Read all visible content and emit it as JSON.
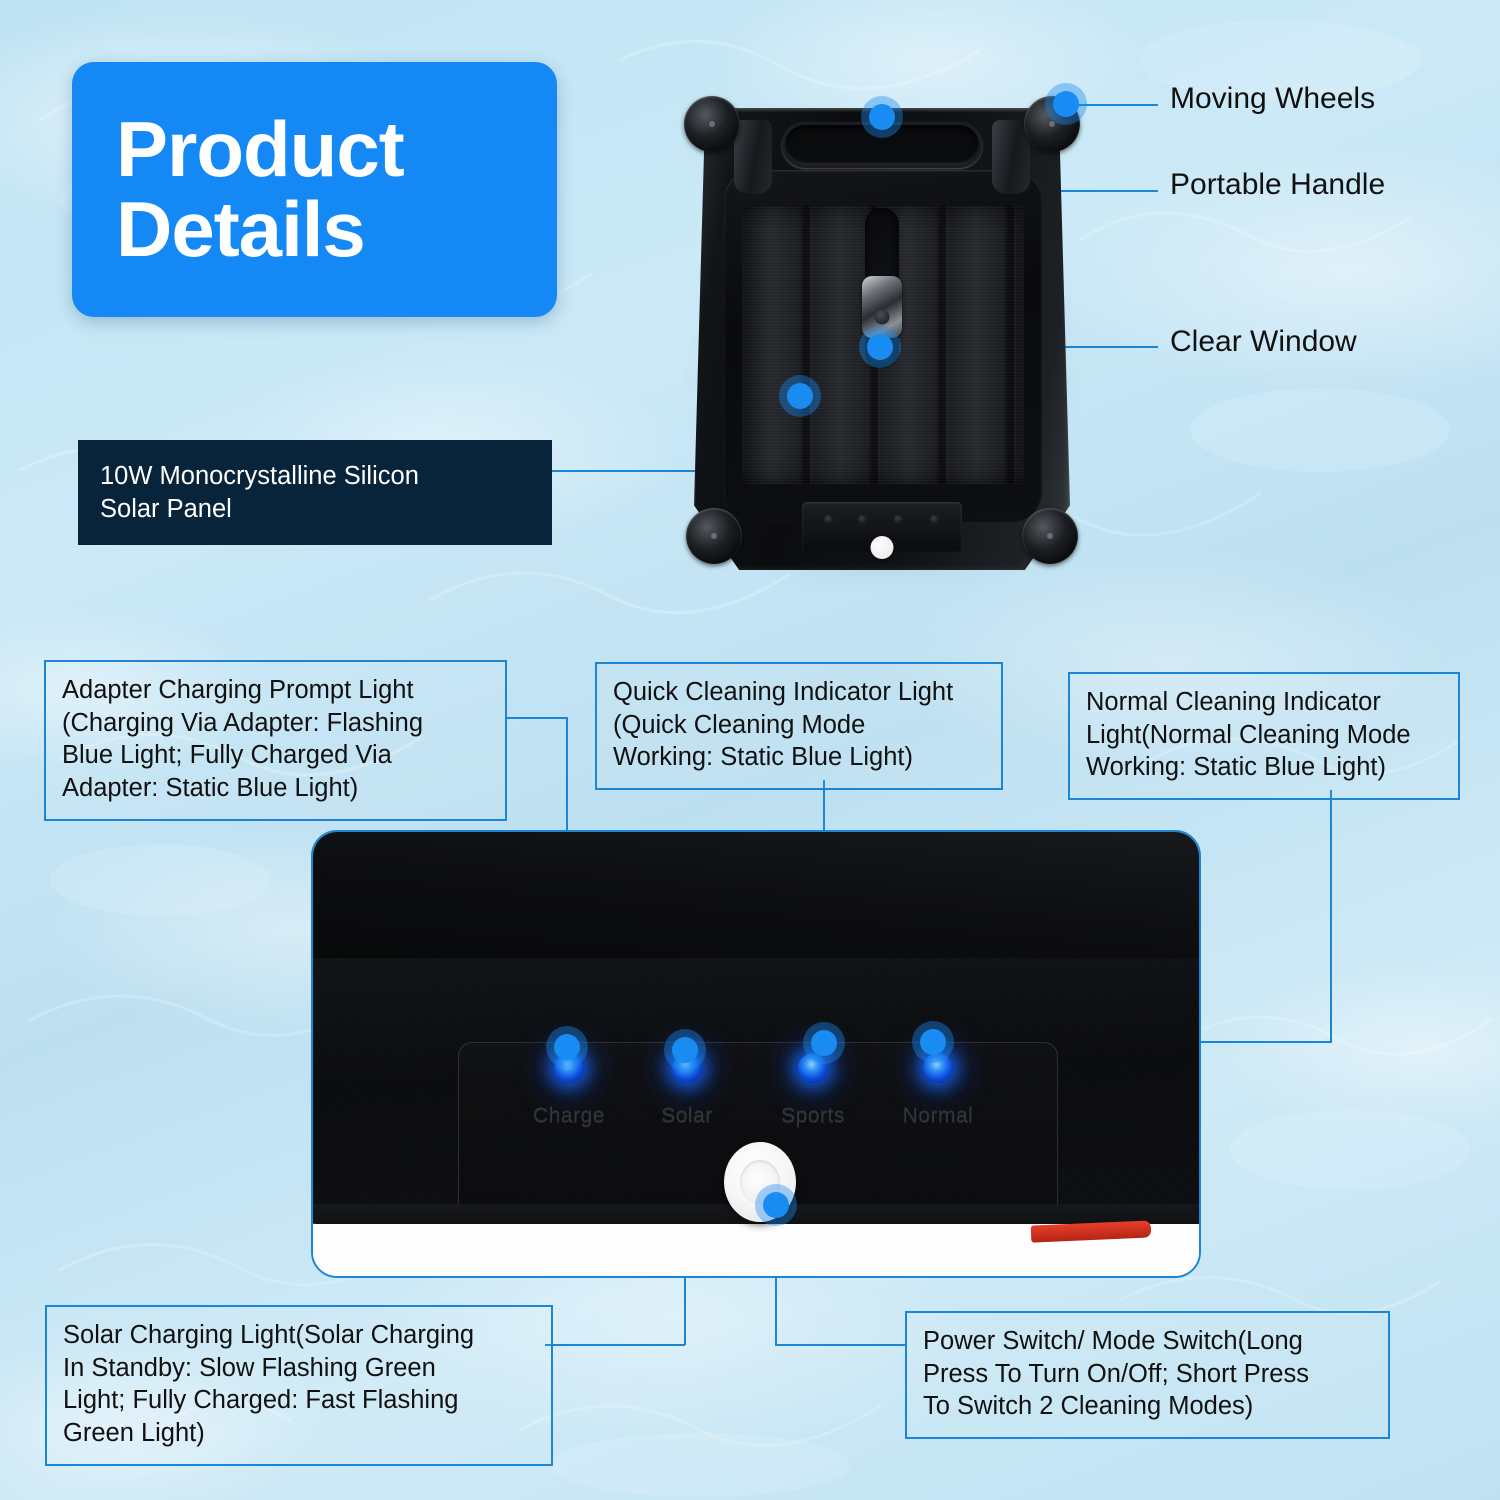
{
  "background": {
    "water_color": "#c2e4f2",
    "accent_blue": "#1b85d6",
    "dot_blue": "#188cf2"
  },
  "title": {
    "text": "Product\nDetails",
    "bg_color": "#1489f5",
    "text_color": "#ffffff"
  },
  "top_product": {
    "name": "solar-pool-cleaning-robot-top-view",
    "labels": [
      {
        "id": "moving-wheels",
        "text": "Moving Wheels"
      },
      {
        "id": "portable-handle",
        "text": "Portable Handle"
      },
      {
        "id": "clear-window",
        "text": "Clear Window"
      },
      {
        "id": "solar-panel",
        "text": "10W Monocrystalline Silicon\nSolar Panel",
        "style": "dark"
      }
    ]
  },
  "bottom_product": {
    "name": "control-panel-closeup",
    "led_labels": [
      "Charge",
      "Solar",
      "Sports",
      "Normal"
    ],
    "callouts": [
      {
        "id": "adapter-charging-prompt-light",
        "text": "Adapter Charging Prompt Light\n(Charging Via Adapter: Flashing\nBlue Light; Fully Charged Via\nAdapter: Static Blue Light)"
      },
      {
        "id": "quick-cleaning-indicator-light",
        "text": "Quick Cleaning Indicator Light\n(Quick Cleaning Mode\nWorking: Static Blue Light)"
      },
      {
        "id": "normal-cleaning-indicator-light",
        "text": "Normal Cleaning Indicator\nLight(Normal Cleaning Mode\nWorking: Static Blue Light)"
      },
      {
        "id": "solar-charging-light",
        "text": "Solar Charging Light(Solar Charging\nIn Standby: Slow Flashing Green\nLight; Fully Charged: Fast Flashing\nGreen Light)"
      },
      {
        "id": "power-switch-mode-switch",
        "text": "Power Switch/ Mode Switch(Long\nPress To Turn On/Off; Short Press\nTo Switch 2 Cleaning Modes)"
      }
    ]
  }
}
